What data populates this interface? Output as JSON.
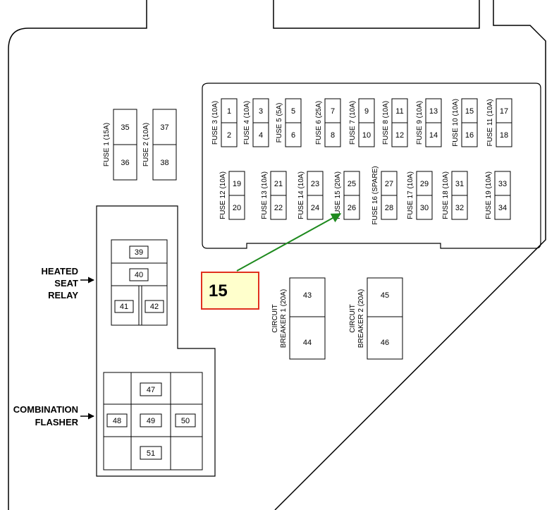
{
  "fuse_panel": {
    "upper_row": [
      {
        "label": "FUSE 3 (10A)",
        "top": "1",
        "bottom": "2"
      },
      {
        "label": "FUSE 4 (10A)",
        "top": "3",
        "bottom": "4"
      },
      {
        "label": "FUSE 5 (5A)",
        "top": "5",
        "bottom": "6"
      },
      {
        "label": "FUSE 6 (25A)",
        "top": "7",
        "bottom": "8"
      },
      {
        "label": "FUSE 7 (10A)",
        "top": "9",
        "bottom": "10"
      },
      {
        "label": "FUSE 8 (10A)",
        "top": "11",
        "bottom": "12"
      },
      {
        "label": "FUSE 9 (10A)",
        "top": "13",
        "bottom": "14"
      },
      {
        "label": "FUSE 10 (10A)",
        "top": "15",
        "bottom": "16"
      },
      {
        "label": "FUSE 11 (10A)",
        "top": "17",
        "bottom": "18"
      }
    ],
    "lower_row": [
      {
        "label": "FUSE 12 (10A)",
        "top": "19",
        "bottom": "20"
      },
      {
        "label": "FUSE 13 (10A)",
        "top": "21",
        "bottom": "22"
      },
      {
        "label": "FUSE 14 (10A)",
        "top": "23",
        "bottom": "24"
      },
      {
        "label": "FUSE 15 (20A)",
        "top": "25",
        "bottom": "26"
      },
      {
        "label": "FUSE 16 (SPARE)",
        "top": "27",
        "bottom": "28"
      },
      {
        "label": "FUSE 17 (10A)",
        "top": "29",
        "bottom": "30"
      },
      {
        "label": "FUSE 18 (10A)",
        "top": "31",
        "bottom": "32"
      },
      {
        "label": "FUSE 19 (10A)",
        "top": "33",
        "bottom": "34"
      }
    ]
  },
  "big_fuses": [
    {
      "label": "FUSE 1 (15A)",
      "top": "35",
      "bottom": "36"
    },
    {
      "label": "FUSE 2 (10A)",
      "top": "37",
      "bottom": "38"
    }
  ],
  "circuit_breakers": [
    {
      "label_line1": "CIRCUIT",
      "label_line2": "BREAKER 1 (20A)",
      "top": "43",
      "bottom": "44"
    },
    {
      "label_line1": "CIRCUIT",
      "label_line2": "BREAKER 2 (20A)",
      "top": "45",
      "bottom": "46"
    }
  ],
  "heated_seat_relay": {
    "label_lines": [
      "HEATED",
      "SEAT",
      "RELAY"
    ],
    "terminals": [
      "39",
      "40",
      "41",
      "42"
    ]
  },
  "combination_flasher": {
    "label_lines": [
      "COMBINATION",
      "FLASHER"
    ],
    "terminals": [
      "47",
      "48",
      "49",
      "50",
      "51"
    ]
  },
  "callout": {
    "text": "15",
    "box_color": "#FFFFCC",
    "border_color": "#E0301E",
    "arrow_color": "#1E8A1E"
  }
}
